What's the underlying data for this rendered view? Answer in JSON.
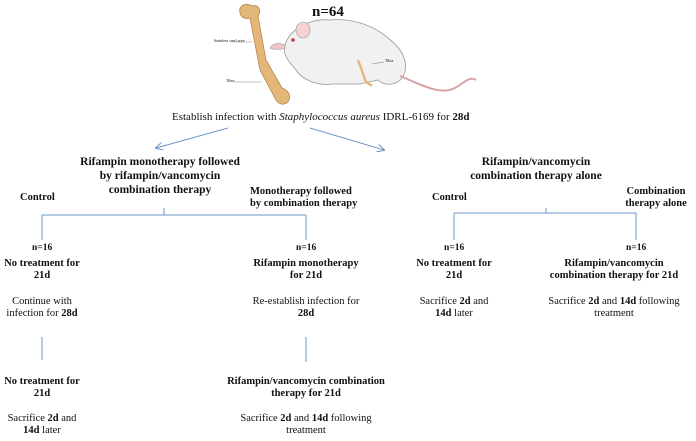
{
  "header": {
    "n_total": "n=64"
  },
  "illustration": {
    "bone_label_1": "Stainless steel wire",
    "bone_label_2": "Tibia",
    "rat_label": "Tibia"
  },
  "establish": {
    "prefix": "Establish infection with ",
    "organism": "Staphylococcus aureus",
    "strain": " IDRL-6169 for ",
    "duration": "28d"
  },
  "left_arm": {
    "title_l1": "Rifampin  monotherapy  followed",
    "title_l2": "by rifampin/vancomycin",
    "title_l3": "combination   therapy",
    "control_label": "Control",
    "treat_label_l1": "Monotherapy followed",
    "treat_label_l2": "by combination therapy",
    "control": {
      "n": "n=16",
      "step1_l1": "No treatment for",
      "step1_l2": "21d",
      "step2_l1": "Continue with",
      "step2_l2": "infection for ",
      "step2_bold": "28d",
      "step3_l1": "No treatment for",
      "step3_l2": "21d",
      "step4_a": "Sacrifice ",
      "step4_b": "2d",
      "step4_c": " and",
      "step4_l2_b": "14d",
      "step4_l2_c": " later"
    },
    "treat": {
      "n": "n=16",
      "step1_l1": "Rifampin monotherapy",
      "step1_l2": "for 21d",
      "step2_l1": "Re-establish infection for",
      "step2_l2": "28d",
      "step3_l1": "Rifampin/vancomycin combination",
      "step3_l2": "therapy for 21d",
      "step4_a": "Sacrifice ",
      "step4_b": "2d",
      "step4_c": " and ",
      "step4_d": "14d",
      "step4_e": " following",
      "step4_l2": "treatment"
    }
  },
  "right_arm": {
    "title_l1": "Rifampin/vancomycin",
    "title_l2": "combination   therapy   alone",
    "control_label": "Control",
    "treat_label_l1": "Combination",
    "treat_label_l2": "therapy alone",
    "control": {
      "n": "n=16",
      "step1_l1": "No treatment for",
      "step1_l2": "21d",
      "step2_a": "Sacrifice ",
      "step2_b": "2d",
      "step2_c": " and",
      "step2_l2_b": "14d",
      "step2_l2_c": " later"
    },
    "treat": {
      "n": "n=16",
      "step1_l1": "Rifampin/vancomycin",
      "step1_l2": "combination therapy for 21d",
      "step2_a": "Sacrifice ",
      "step2_b": "2d",
      "step2_c": " and ",
      "step2_d": "14d",
      "step2_e": " following",
      "step2_l2": "treatment"
    }
  },
  "colors": {
    "line": "#6f97c9",
    "text": "#111111",
    "bone": "#e3b77a"
  }
}
